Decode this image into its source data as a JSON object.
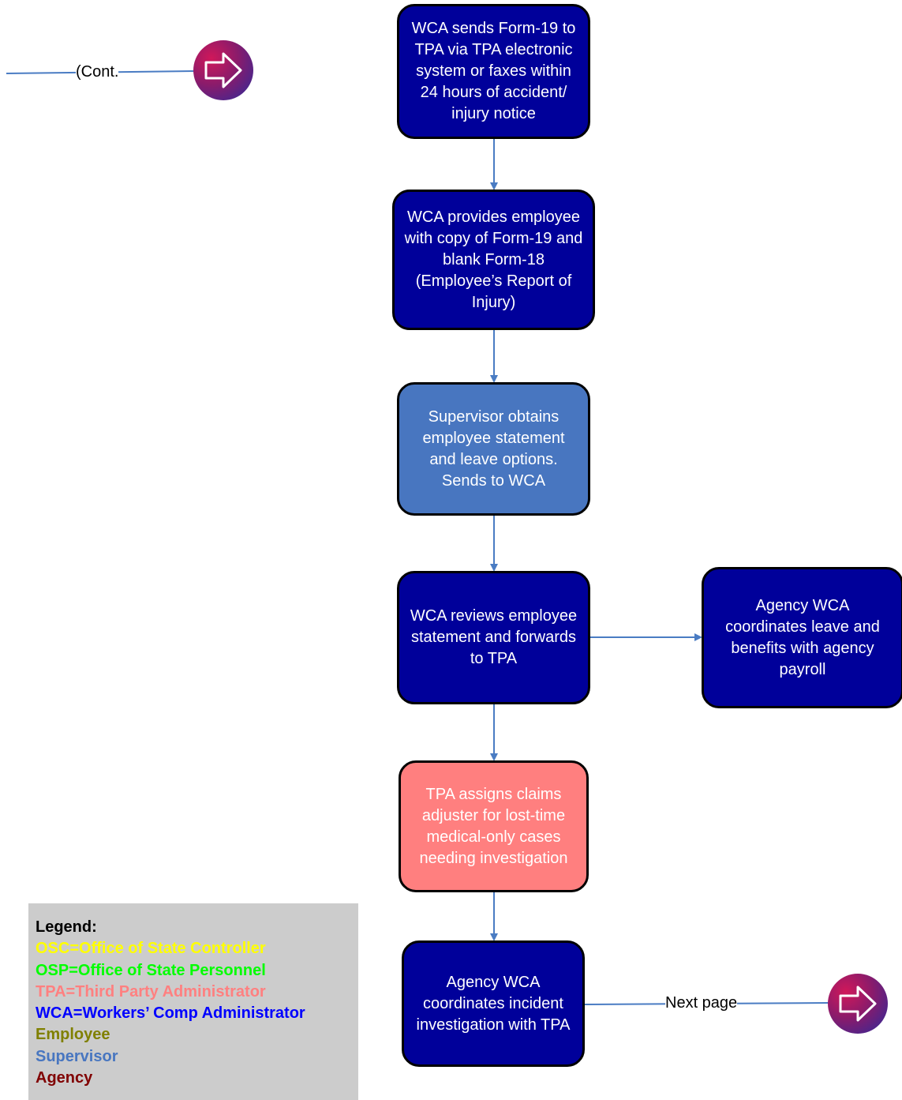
{
  "flow": {
    "boxes": [
      {
        "id": "box-1",
        "text": "WCA sends Form-19 to\nTPA via TPA electronic\nsystem or faxes within\n24 hours of accident/\ninjury notice"
      },
      {
        "id": "box-2",
        "text": "WCA provides employee\nwith copy of Form-19 and\nblank Form-18\n(Employee’s Report of\nInjury)"
      },
      {
        "id": "box-3",
        "text": "Supervisor obtains\nemployee statement\nand leave options.\nSends to WCA"
      },
      {
        "id": "box-4",
        "text": "WCA reviews employee\nstatement and forwards\nto TPA"
      },
      {
        "id": "box-5",
        "text": "Agency WCA\ncoordinates leave and\nbenefits with agency\npayroll"
      },
      {
        "id": "box-6",
        "text": "TPA assigns claims\nadjuster for lost-time\nmedical-only cases\nneeding investigation"
      },
      {
        "id": "box-7",
        "text": "Agency WCA\ncoordinates incident\ninvestigation with TPA"
      }
    ],
    "cont_label": "(Cont.",
    "next_label": "Next page"
  },
  "legend": {
    "title": "Legend:",
    "items": [
      {
        "text": "OSC=Office of State Controller",
        "color": "#ffff00"
      },
      {
        "text": "OSP=Office of State Personnel",
        "color": "#00ff00"
      },
      {
        "text": "TPA=Third Party Administrator",
        "color": "#ff8080"
      },
      {
        "text": "WCA=Workers’ Comp Administrator",
        "color": "#0000ff"
      },
      {
        "text": "Employee",
        "color": "#808000"
      },
      {
        "text": "Supervisor",
        "color": "#4876c0"
      },
      {
        "text": "Agency",
        "color": "#800000"
      }
    ]
  },
  "colors": {
    "wca": "#00009a",
    "supervisor": "#4876c0",
    "tpa": "#ff7f7f",
    "connector": "#4a7cc3"
  },
  "icons": {
    "nav_button": "right-arrow-circle-icon"
  }
}
